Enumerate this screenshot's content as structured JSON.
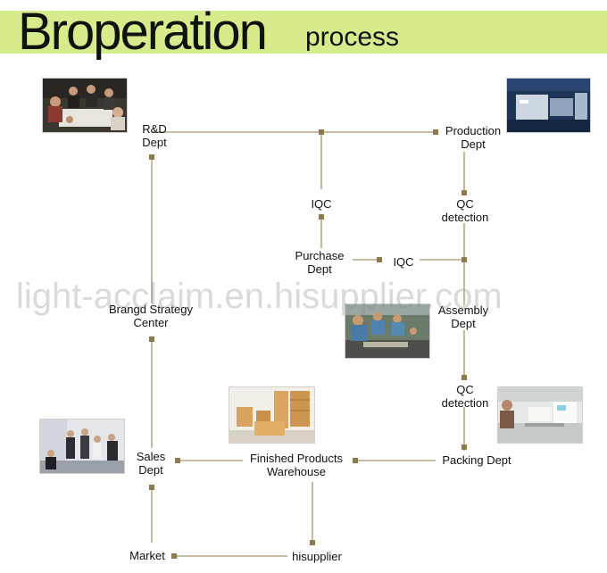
{
  "header": {
    "title": "Broperation",
    "subtitle": "process"
  },
  "colors": {
    "header_band": "#d6ec8c",
    "line": "#b5a98a",
    "node_dot": "#8a7a4e"
  },
  "nodes": {
    "rd": [
      "R&D",
      "Dept"
    ],
    "production": [
      "Production",
      "Dept"
    ],
    "iqc_top": [
      "IQC"
    ],
    "qc_top": [
      "QC",
      "detection"
    ],
    "purchase": [
      "Purchase",
      "Dept"
    ],
    "iqc_mid": [
      "IQC"
    ],
    "brand": [
      "Brangd Strategy",
      "Center"
    ],
    "assembly": [
      "Assembly",
      "Dept"
    ],
    "qc_bottom": [
      "QC",
      "detection"
    ],
    "sales": [
      "Sales",
      "Dept"
    ],
    "finished": [
      "Finished Products",
      "Warehouse"
    ],
    "packing": [
      "Packing Dept"
    ],
    "market": [
      "Market"
    ],
    "hisupplier": [
      "hisupplier"
    ]
  },
  "photos": {
    "meeting": "meeting-photo",
    "factory": "factory-photo",
    "assembly_line": "assembly-line-photo",
    "warehouse": "warehouse-photo",
    "lab": "lab-photo",
    "office": "office-photo"
  },
  "watermark": "light-acclaim.en.hisupplier.com"
}
